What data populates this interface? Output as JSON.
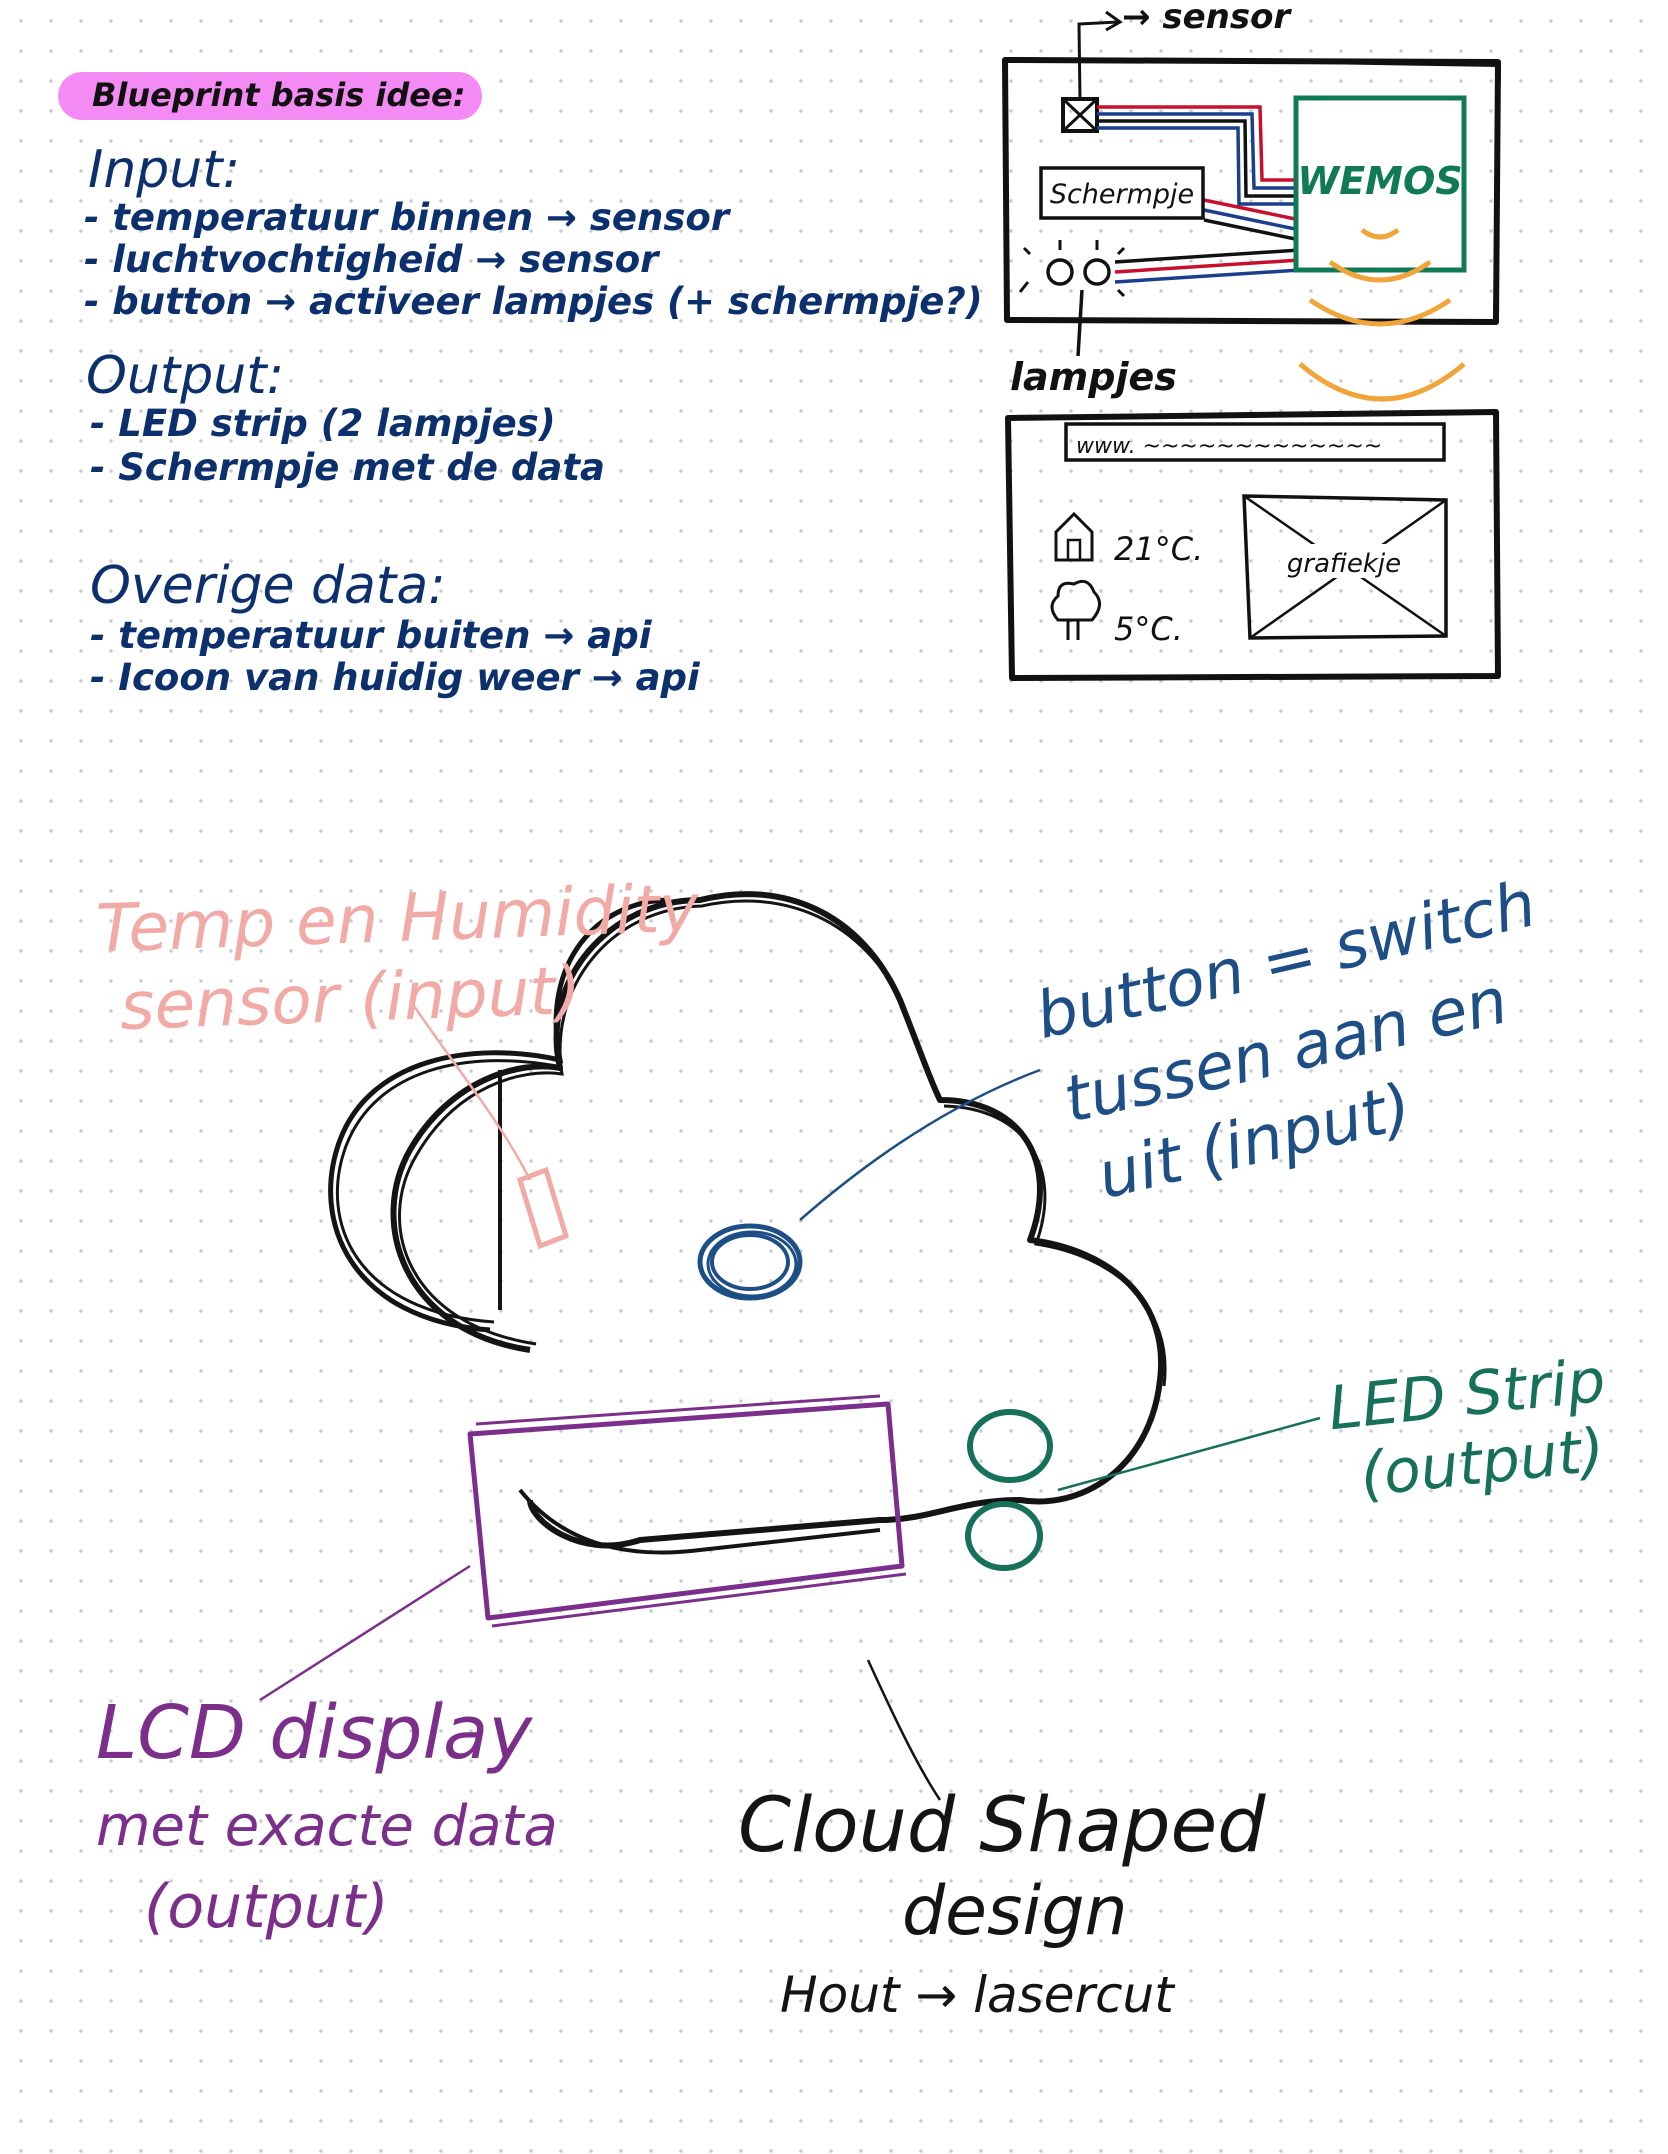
{
  "notes": {
    "title": "Blueprint basis idee:",
    "input": {
      "heading": "Input:",
      "items": [
        "- temperatuur binnen → sensor",
        "- luchtvochtigheid → sensor",
        "- button → activeer lampjes (+ schermpje?)"
      ]
    },
    "output": {
      "heading": "Output:",
      "items": [
        "- LED strip (2 lampjes)",
        "- Schermpje met de data"
      ]
    },
    "other": {
      "heading": "Overige data:",
      "items": [
        "- temperatuur buiten → api",
        "- Icoon van huidig weer → api"
      ]
    }
  },
  "device_sketch": {
    "sensor_label": "→ sensor",
    "screen_label": "Schermpje",
    "board_label": "WEMOS",
    "lamps_label": "lampjes",
    "wire_colors": [
      "#c8102e",
      "#1a3f8f"
    ],
    "board_color": "#0f7a55"
  },
  "web_sketch": {
    "url_text": "www. ~~~~~~~~~~~~~",
    "indoor_temp": "21°C.",
    "outdoor_temp": "5°C.",
    "chart_label": "grafiekje",
    "signal_color": "#f0a43a"
  },
  "cloud": {
    "sensor_annotation": [
      "Temp en Humidity",
      "sensor (input)"
    ],
    "button_annotation": [
      "button = switch",
      "tussen aan en",
      "uit (input)"
    ],
    "led_annotation": [
      "LED Strip",
      "(output)"
    ],
    "lcd_annotation": [
      "LCD display",
      "met exacte data",
      "(output)"
    ],
    "design_annotation": [
      "Cloud Shaped",
      "design",
      "Hout → lasercut"
    ],
    "colors": {
      "sensor": "#f1aaa6",
      "button": "#1d4f86",
      "led": "#16705a",
      "lcd": "#7b2f8a",
      "outline": "#141414"
    }
  }
}
